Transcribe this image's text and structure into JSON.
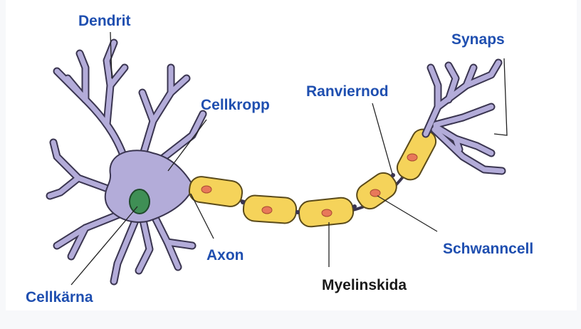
{
  "diagram": {
    "labels": {
      "dendrit": "Dendrit",
      "cellkropp": "Cellkropp",
      "ranviernod": "Ranviernod",
      "synaps": "Synaps",
      "axon": "Axon",
      "cellkarna": "Cellkärna",
      "myelinskida": "Myelinskida",
      "schwanncell": "Schwanncell"
    },
    "colors": {
      "label_blue": "#1f4fb0",
      "label_black": "#1a1a1a",
      "neuron_fill": "#b3acd9",
      "neuron_stroke": "#3a3550",
      "nucleus_fill": "#3f8f55",
      "schwann_fill": "#f5d35a",
      "schwann_stroke": "#5a4a1a",
      "schwann_nucleus": "#e8785a",
      "pointer_line": "#222222"
    }
  }
}
